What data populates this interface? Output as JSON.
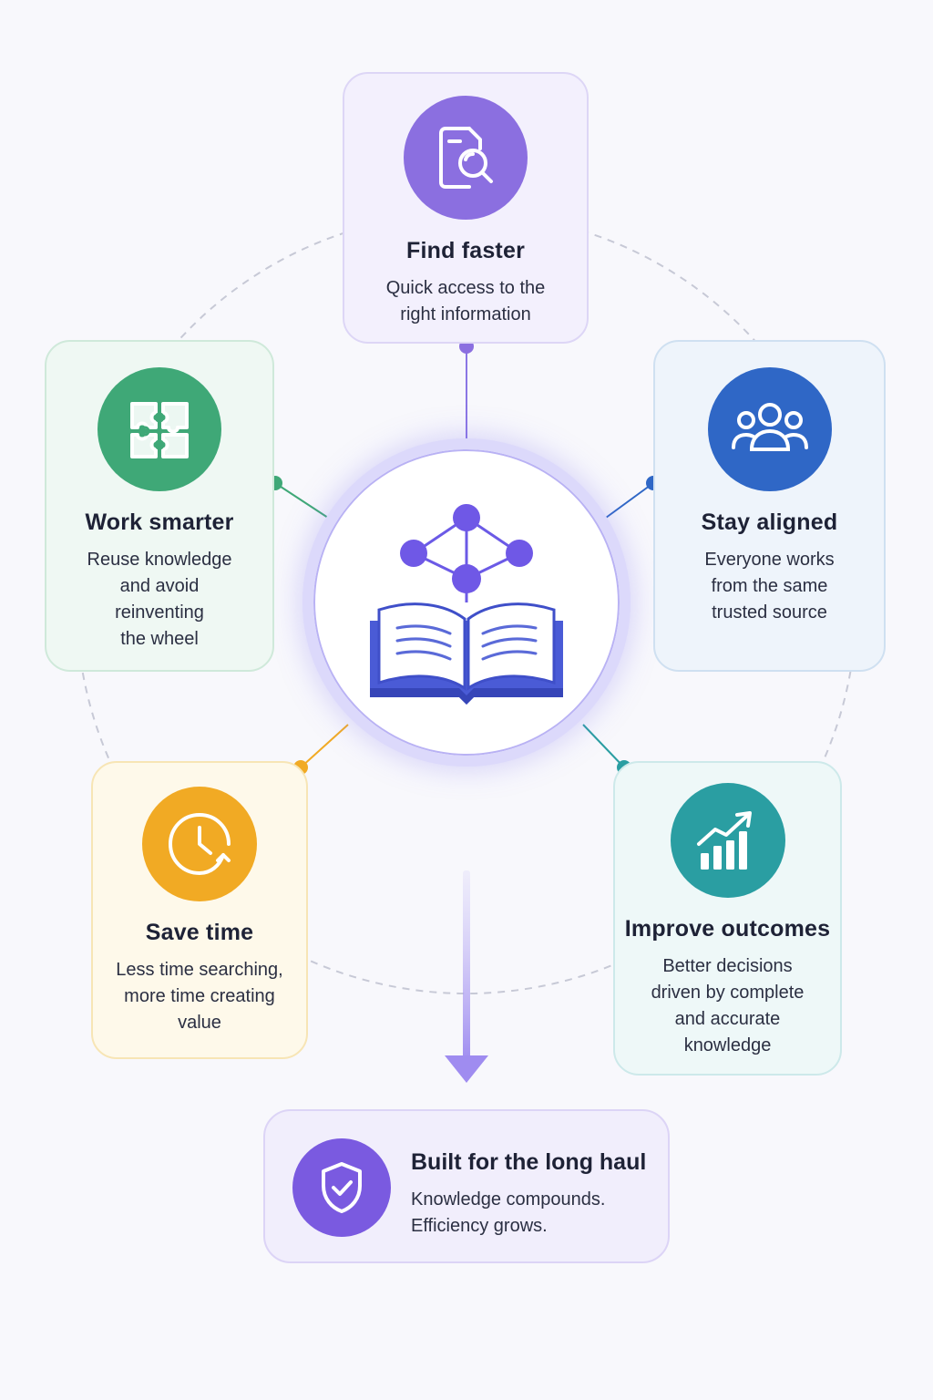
{
  "colors": {
    "purple": "#8b6fe0",
    "green": "#3fa877",
    "blue": "#2f67c6",
    "amber": "#f1aa24",
    "teal": "#2a9ea2",
    "violet": "#7a5ae0"
  },
  "hub": {
    "icons": [
      "network-graph-icon",
      "open-book-icon"
    ]
  },
  "cards": {
    "find_faster": {
      "icon": "document-search-icon",
      "title": "Find faster",
      "description": "Quick access to the\nright information"
    },
    "work_smarter": {
      "icon": "puzzle-icon",
      "title": "Work smarter",
      "description": "Reuse knowledge\nand avoid\nreinventing\nthe wheel"
    },
    "stay_aligned": {
      "icon": "team-icon",
      "title": "Stay aligned",
      "description": "Everyone works\nfrom the same\ntrusted source"
    },
    "save_time": {
      "icon": "clock-icon",
      "title": "Save time",
      "description": "Less time searching,\nmore time creating\nvalue"
    },
    "improve_outcomes": {
      "icon": "growth-chart-icon",
      "title": "Improve outcomes",
      "description": "Better decisions\ndriven by complete\nand accurate\nknowledge"
    }
  },
  "bottom": {
    "icon": "shield-check-icon",
    "title": "Built for the long haul",
    "description": "Knowledge compounds.\nEfficiency grows."
  }
}
